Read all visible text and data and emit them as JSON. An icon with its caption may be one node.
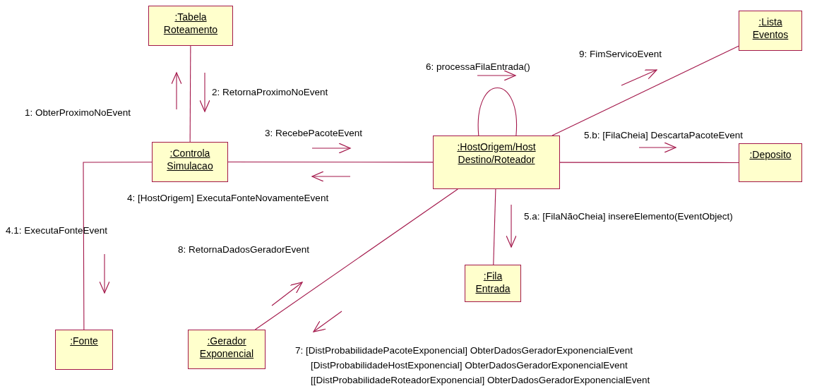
{
  "diagram": {
    "nodes": [
      {
        "text": [
          ":Tabela Roteamento"
        ]
      },
      {
        "text": [
          ":Lista Eventos"
        ]
      },
      {
        "text": [
          ":Controla Simulacao"
        ]
      },
      {
        "text": [
          ":HostOrigem/Host Destino/Roteador"
        ]
      },
      {
        "text": [
          ":Deposito"
        ]
      },
      {
        "text": [
          ":Fila Entrada"
        ]
      },
      {
        "text": [
          ":Fonte"
        ]
      },
      {
        "text": [
          ":Gerador Exponencial"
        ]
      }
    ],
    "edges": [
      {
        "from": 0,
        "to": 2,
        "arrow": "none"
      },
      {
        "from": 2,
        "to": 3,
        "arrow": "none"
      },
      {
        "from": 2,
        "to": 6,
        "arrow": "none"
      },
      {
        "from": 3,
        "to": 3,
        "arrow": "none"
      },
      {
        "from": 3,
        "to": 1,
        "arrow": "none"
      },
      {
        "from": 3,
        "to": 4,
        "arrow": "none"
      },
      {
        "from": 3,
        "to": 5,
        "arrow": "none"
      },
      {
        "from": 3,
        "to": 7,
        "arrow": "none"
      }
    ],
    "labels": [
      "6: processaFilaEntrada()",
      "9: FimServicoEvent",
      "2: RetornaProximoNoEvent",
      "1: ObterProximoNoEvent",
      "3: RecebePacoteEvent",
      "5.b: [FilaCheia] DescartaPacoteEvent",
      "4: [HostOrigem] ExecutaFonteNovamenteEvent",
      "4.1: ExecutaFonteEvent",
      "5.a: [FilaNãoCheia] insereElemento(EventObject)",
      "8: RetornaDadosGeradorEvent",
      "7: [DistProbabilidadePacoteExponencial] ObterDadosGeradorExponencialEvent",
      "[DistProbabilidadeHostExponencial] ObterDadosGeradorExponencialEvent",
      "[[DistProbabilidadeRoteadorExponencial] ObterDadosGeradorExponencialEvent"
    ]
  }
}
